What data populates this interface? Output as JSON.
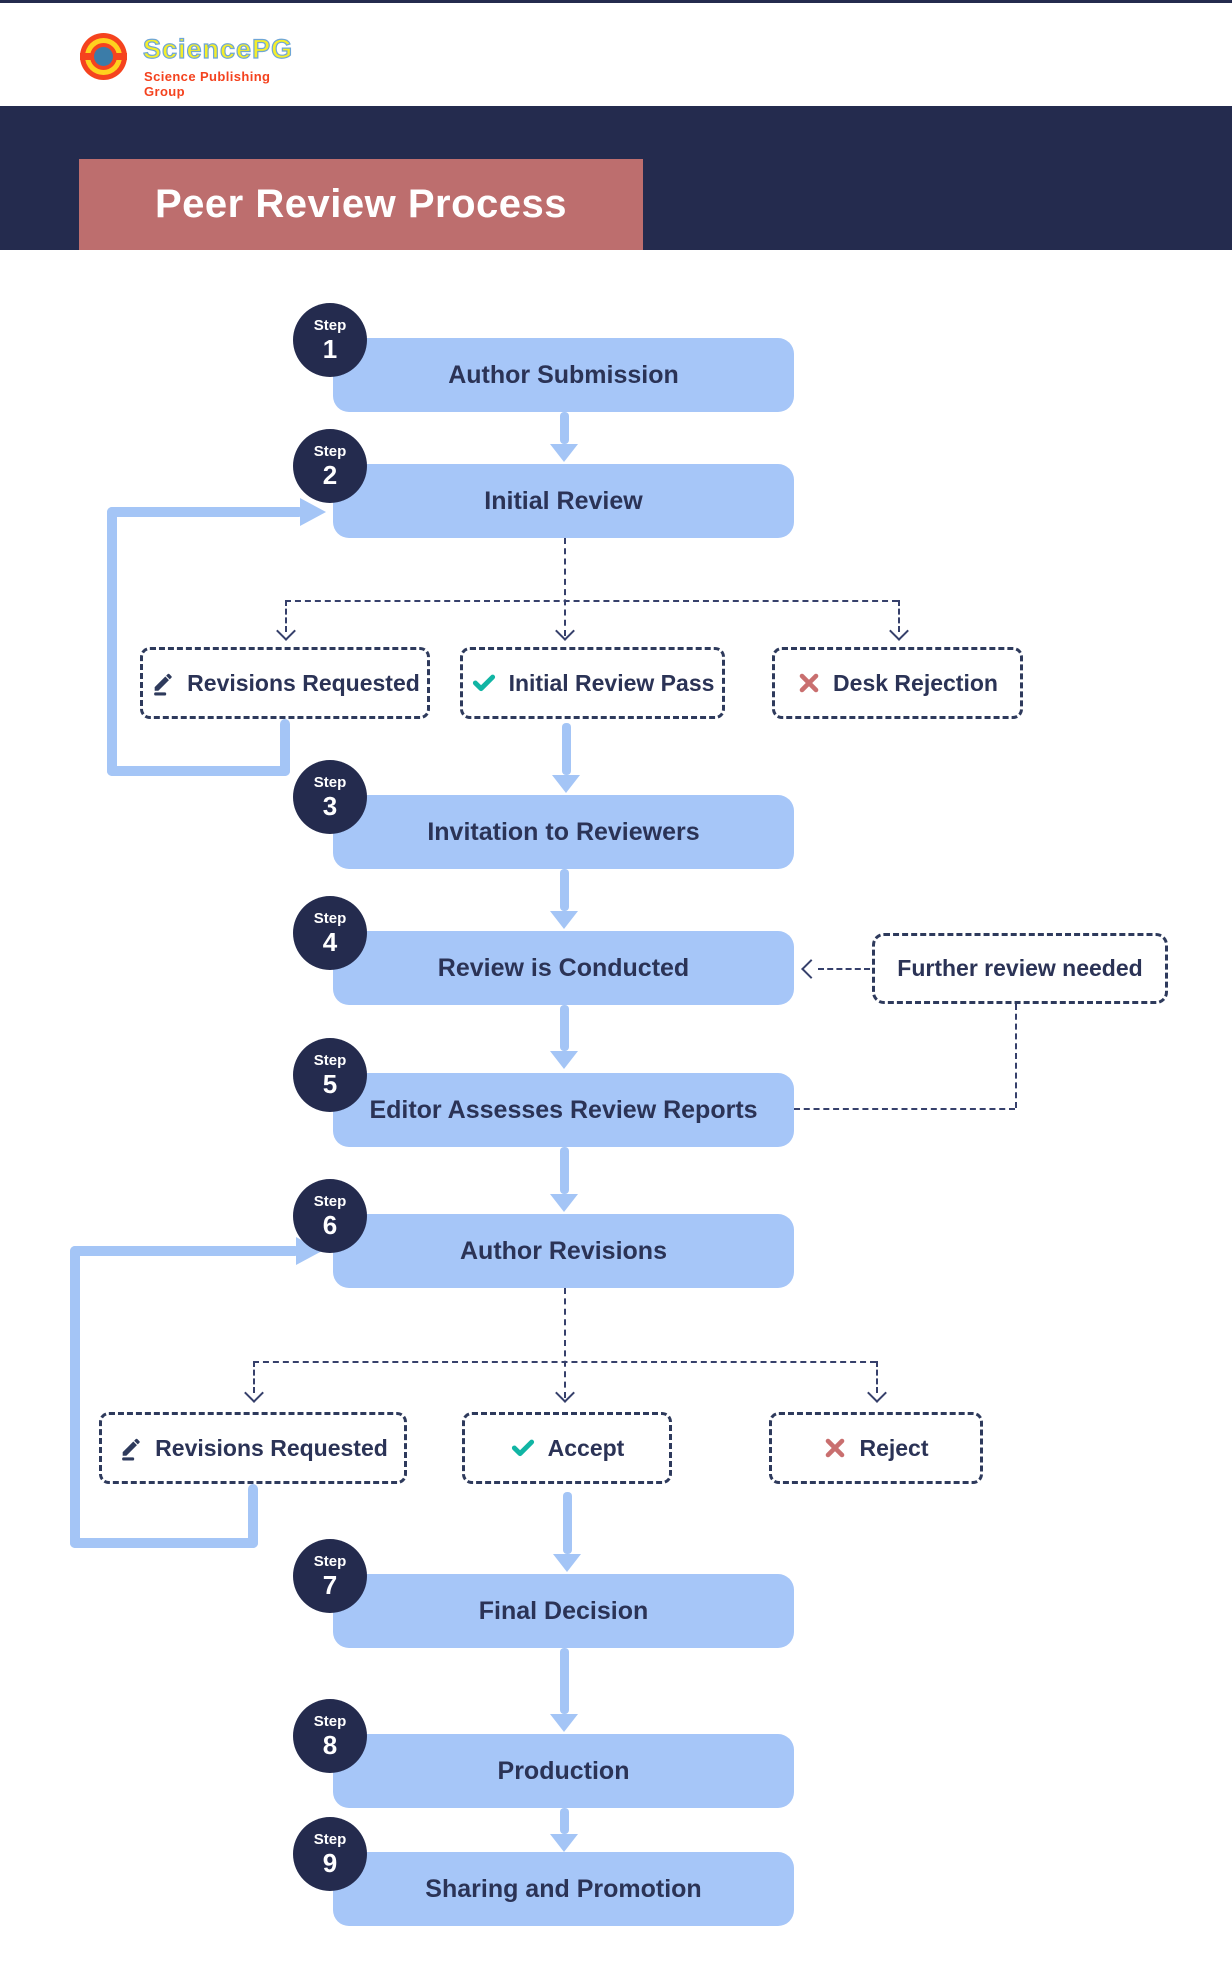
{
  "logo": {
    "brand": "SciencePG",
    "tagline": "Science Publishing Group"
  },
  "header": {
    "title": "Peer Review Process"
  },
  "steps": [
    {
      "prefix": "Step",
      "number": "1",
      "label": "Author Submission"
    },
    {
      "prefix": "Step",
      "number": "2",
      "label": "Initial Review"
    },
    {
      "prefix": "Step",
      "number": "3",
      "label": "Invitation to Reviewers"
    },
    {
      "prefix": "Step",
      "number": "4",
      "label": "Review is Conducted"
    },
    {
      "prefix": "Step",
      "number": "5",
      "label": "Editor Assesses Review Reports"
    },
    {
      "prefix": "Step",
      "number": "6",
      "label": "Author Revisions"
    },
    {
      "prefix": "Step",
      "number": "7",
      "label": "Final Decision"
    },
    {
      "prefix": "Step",
      "number": "8",
      "label": "Production"
    },
    {
      "prefix": "Step",
      "number": "9",
      "label": "Sharing and Promotion"
    }
  ],
  "branches": {
    "initial_review": [
      {
        "label": "Revisions Requested",
        "icon": "pencil-icon"
      },
      {
        "label": "Initial Review Pass",
        "icon": "check-icon"
      },
      {
        "label": "Desk Rejection",
        "icon": "x-icon"
      }
    ],
    "author_revisions": [
      {
        "label": "Revisions Requested",
        "icon": "pencil-icon"
      },
      {
        "label": "Accept",
        "icon": "check-icon"
      },
      {
        "label": "Reject",
        "icon": "x-icon"
      }
    ]
  },
  "side_note": {
    "label": "Further review needed"
  },
  "colors": {
    "navy": "#242b4e",
    "box_blue": "#a6c6f8",
    "arrow_blue": "#a4c5f6",
    "title_red": "#bd6e6e",
    "reject_red": "#c96f6f",
    "accept_teal": "#11b5a4",
    "label_navy": "#2b3356",
    "dash_navy": "#36406b"
  }
}
